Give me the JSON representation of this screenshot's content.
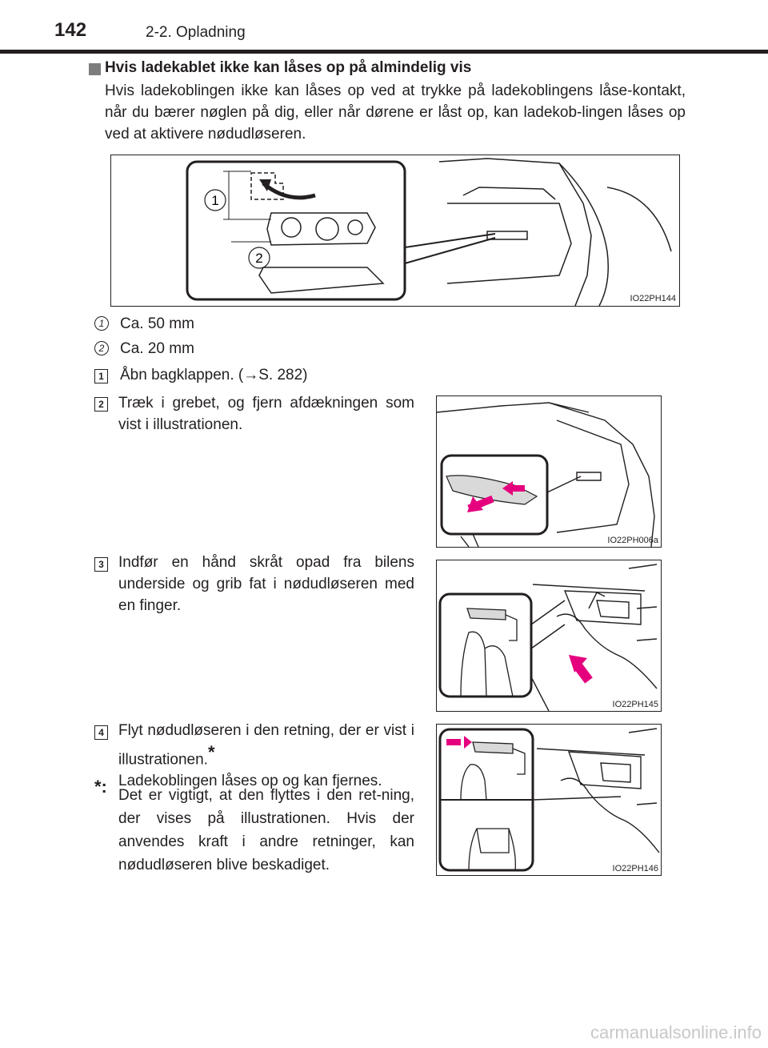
{
  "header": {
    "page_number": "142",
    "chapter": "2-2. Opladning"
  },
  "section": {
    "title": "Hvis ladekablet ikke kan låses op på almindelig vis",
    "body": "Hvis ladekoblingen ikke kan låses op ved at trykke på ladekoblingens låse-kontakt, når du bærer nøglen på dig, eller når dørene er låst op, kan ladekob-lingen låses op ved at aktivere nødudløseren."
  },
  "figures": {
    "main": {
      "code": "IO22PH144",
      "callout_1": "1",
      "callout_2": "2"
    },
    "step2": {
      "code": "IO22PH006a"
    },
    "step3": {
      "code": "IO22PH145"
    },
    "step4": {
      "code": "IO22PH146"
    }
  },
  "legend": [
    {
      "num": "1",
      "text": "Ca. 50 mm"
    },
    {
      "num": "2",
      "text": "Ca. 20 mm"
    }
  ],
  "steps": [
    {
      "num": "1",
      "text": "Åbn bagklappen. (→S. 282)"
    },
    {
      "num": "2",
      "text": "Træk i grebet, og fjern afdækningen som vist i illustrationen."
    },
    {
      "num": "3",
      "text": "Indfør en hånd skråt opad fra bilens underside og grib fat i nødudløseren med en finger."
    },
    {
      "num": "4",
      "text": "Flyt nødudløseren i den retning, der er vist i illustrationen.",
      "star": "*",
      "text2": "Ladekoblingen låses op og kan fjernes."
    }
  ],
  "note": {
    "marker": "*:",
    "text": "Det er vigtigt, at den flyttes i den ret-ning, der vises på illustrationen. Hvis der anvendes kraft i andre retninger, kan nødudløseren blive beskadiget."
  },
  "watermark": "carmanualsonline.info",
  "colors": {
    "text": "#231f20",
    "accent_arrow": "#e5007e",
    "marker": "#7d7d7d"
  }
}
